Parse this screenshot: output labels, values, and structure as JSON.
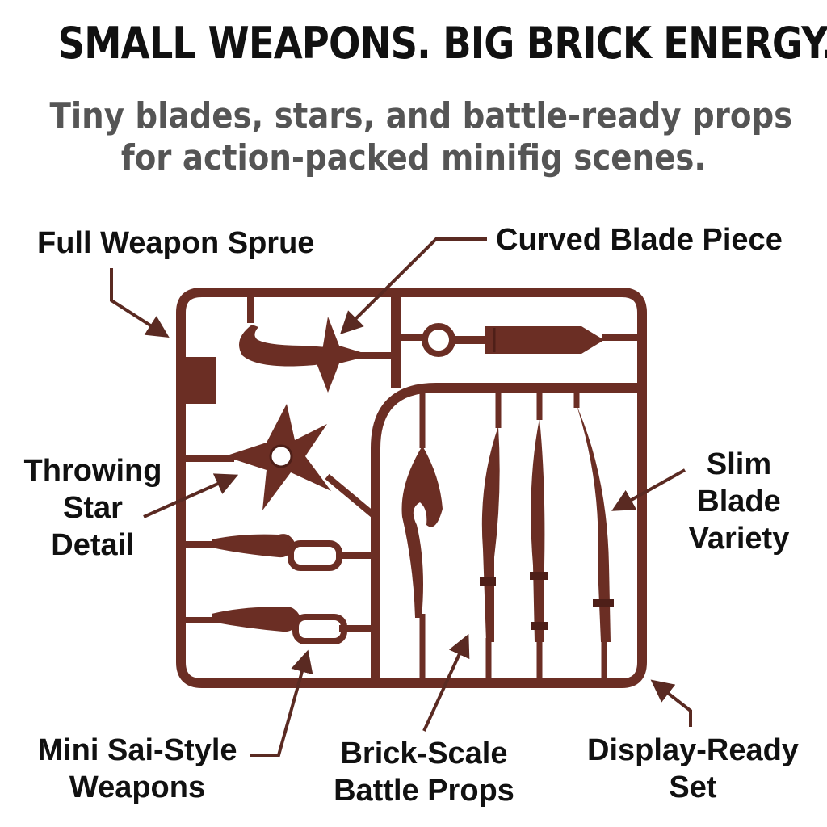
{
  "headline": "SMALL WEAPONS. BIG BRICK ENERGY.",
  "subheadline": {
    "line1": "Tiny blades, stars, and battle-ready props",
    "line2": "for action-packed minifig scenes."
  },
  "callouts": {
    "full_sprue": "Full Weapon Sprue",
    "curved_blade": "Curved Blade Piece",
    "throwing_star": [
      "Throwing",
      "Star",
      "Detail"
    ],
    "slim_blade": [
      "Slim",
      "Blade",
      "Variety"
    ],
    "mini_sai": [
      "Mini Sai-Style",
      "Weapons"
    ],
    "brick_scale": [
      "Brick-Scale",
      "Battle Props"
    ],
    "display_ready": [
      "Display-Ready",
      "Set"
    ]
  },
  "colors": {
    "plastic": "#6b2e24",
    "plastic_shade": "#4e1f18",
    "arrow": "#5a2a22"
  }
}
